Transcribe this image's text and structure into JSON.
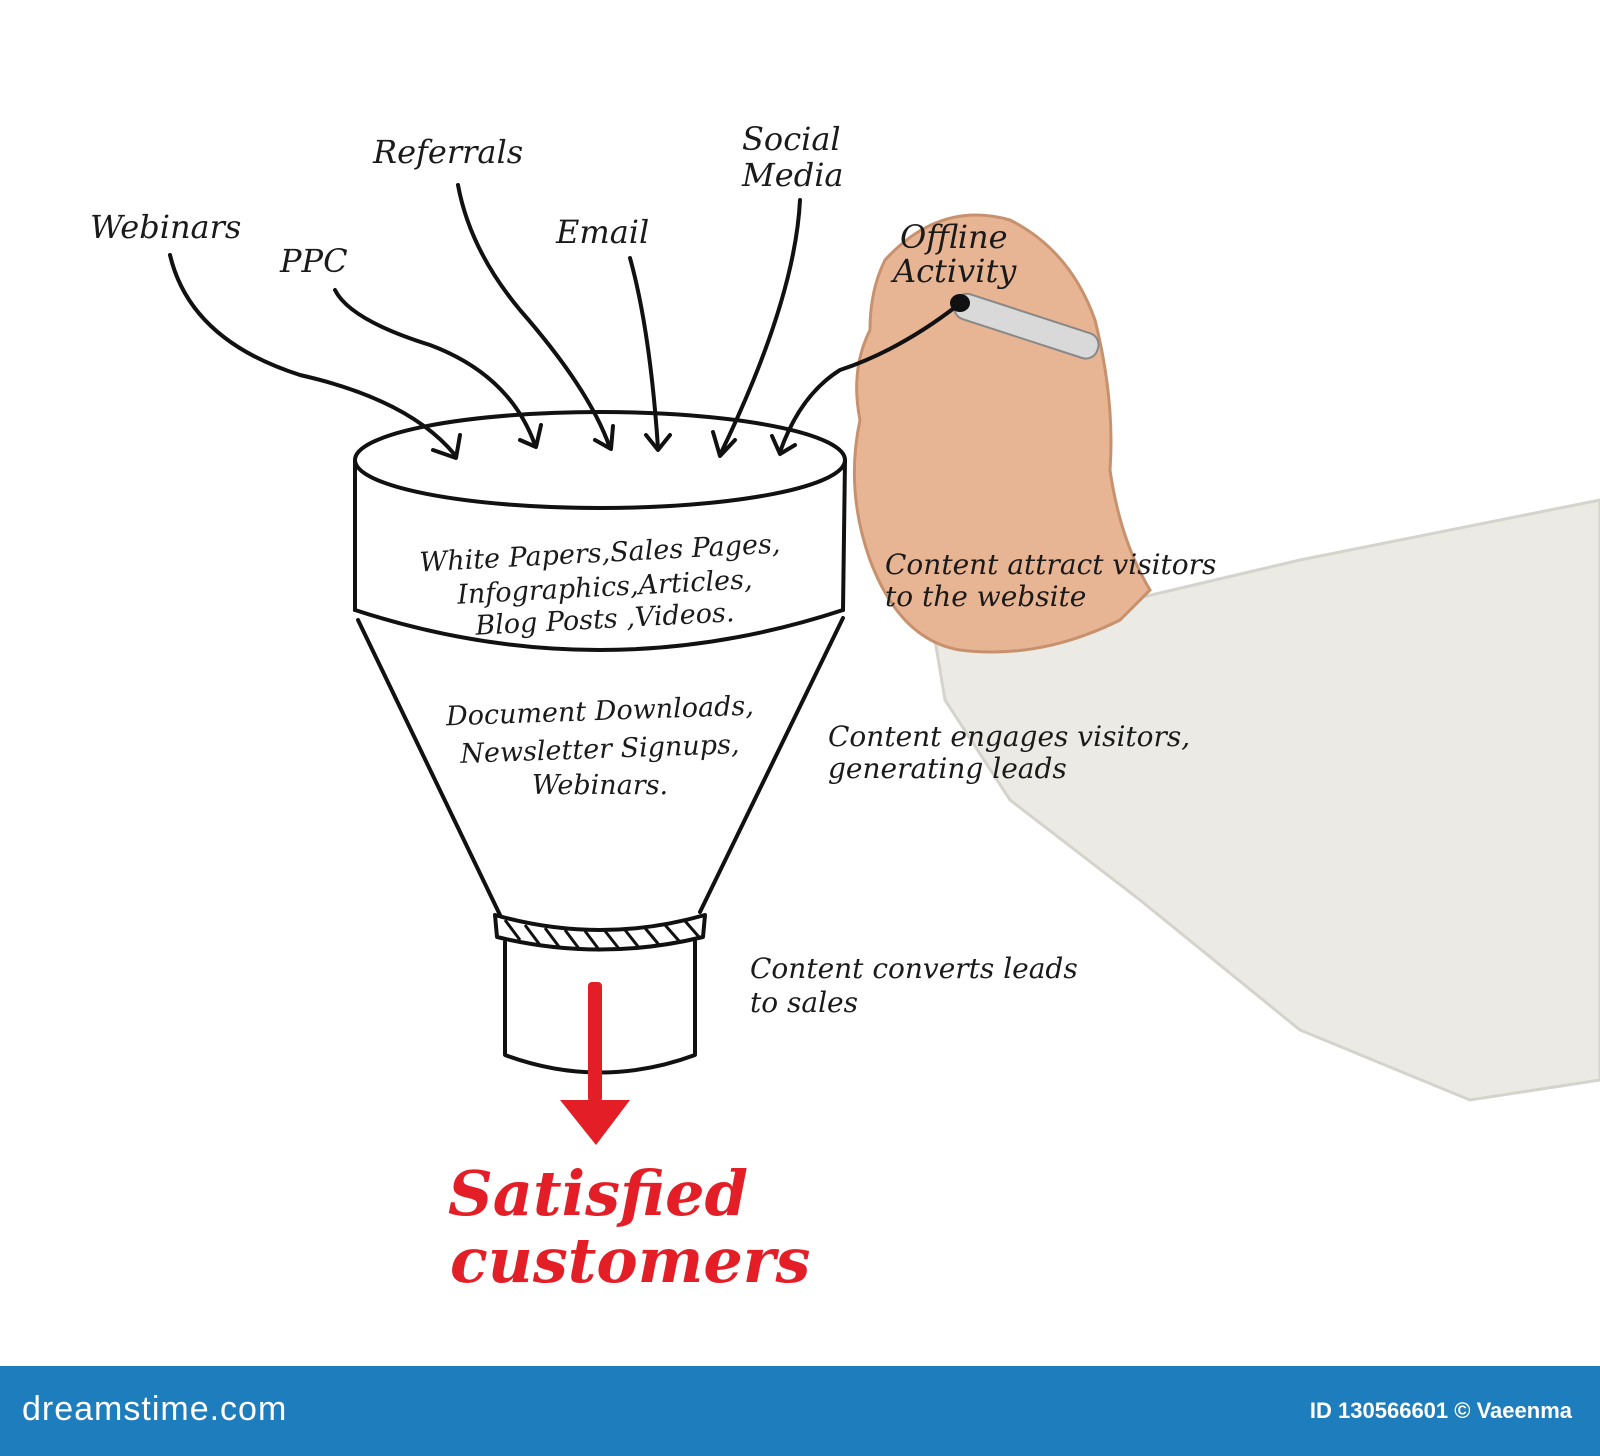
{
  "sources": {
    "webinars": "Webinars",
    "ppc": "PPC",
    "referrals": "Referrals",
    "email": "Email",
    "social_media": [
      "Social",
      "Media"
    ],
    "offline_activity": [
      "Offline",
      "Activity"
    ]
  },
  "funnel": {
    "top_section": [
      "White Papers,Sales Pages,",
      "Infographics,Articles,",
      "Blog Posts ,Videos."
    ],
    "middle_section": [
      "Document Downloads,",
      "Newsletter Signups,",
      "Webinars."
    ]
  },
  "annotations": {
    "attract": [
      "Content attract visitors",
      "to the website"
    ],
    "engage": [
      "Content engages visitors,",
      "generating leads"
    ],
    "convert": [
      "Content converts leads",
      "to sales"
    ]
  },
  "result": [
    "Satisfied",
    "customers"
  ],
  "colors": {
    "accent": "#e41e26",
    "footer": "#1e7dbd",
    "ink": "#111111"
  },
  "footer": {
    "brand": "dreamstime.com",
    "credit": "ID 130566601 © Vaeenma"
  }
}
